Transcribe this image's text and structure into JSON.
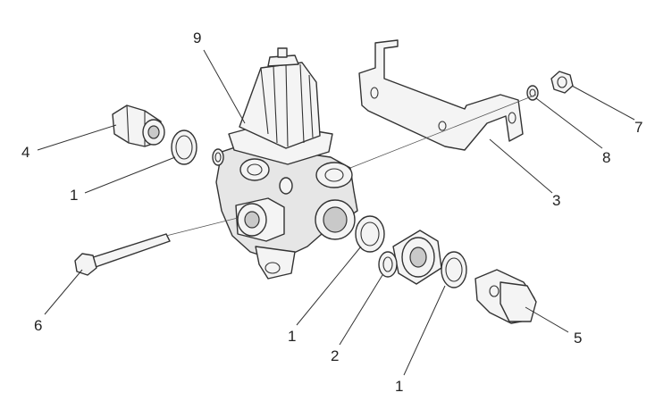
{
  "callouts": {
    "c9": "9",
    "c4": "4",
    "c1a": "1",
    "c6": "6",
    "c1b": "1",
    "c2": "2",
    "c1c": "1",
    "c5": "5",
    "c3": "3",
    "c8": "8",
    "c7": "7"
  }
}
